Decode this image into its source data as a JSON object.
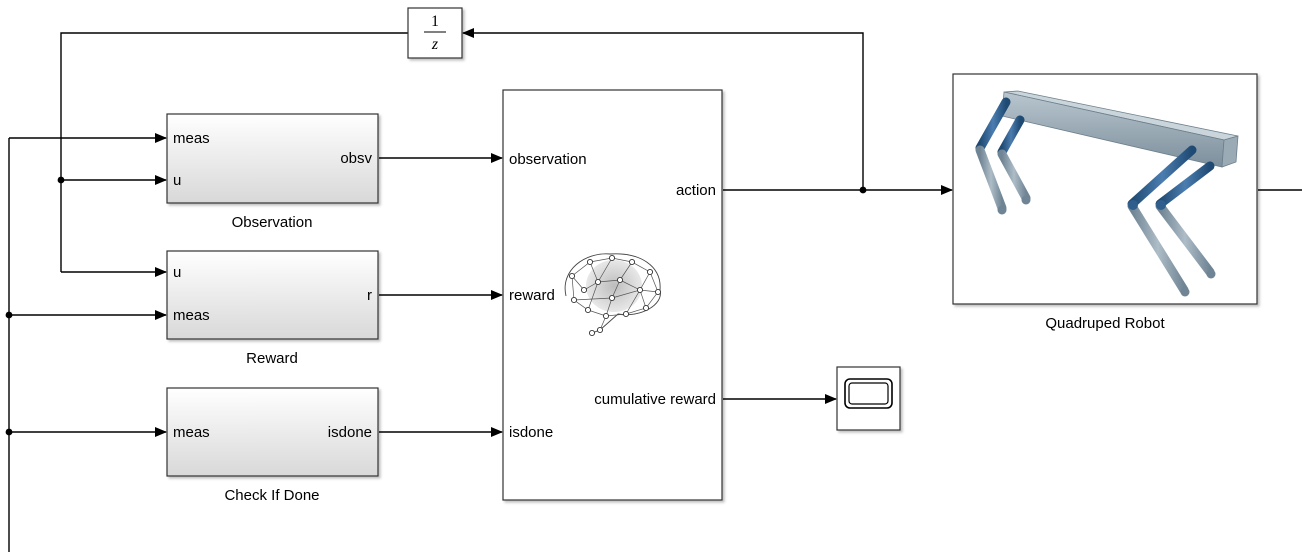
{
  "blocks": {
    "unit_delay": {
      "numerator": "1",
      "denominator": "z"
    },
    "observation": {
      "in_meas": "meas",
      "in_u": "u",
      "out": "obsv",
      "caption": "Observation"
    },
    "reward": {
      "in_u": "u",
      "in_meas": "meas",
      "out": "r",
      "caption": "Reward"
    },
    "check_done": {
      "in_meas": "meas",
      "out": "isdone",
      "caption": "Check If Done"
    },
    "agent": {
      "in_observation": "observation",
      "in_reward": "reward",
      "in_isdone": "isdone",
      "out_action": "action",
      "out_cumulative": "cumulative reward"
    },
    "robot": {
      "caption": "Quadruped Robot"
    },
    "scope": {}
  },
  "colors": {
    "line": "#000000",
    "block_border": "#333333",
    "block_fill_top": "#ffffff",
    "block_fill_bottom": "#dcdcdc",
    "robot_blue": "#2f5e8c",
    "robot_gray": "#8fa3b1"
  }
}
